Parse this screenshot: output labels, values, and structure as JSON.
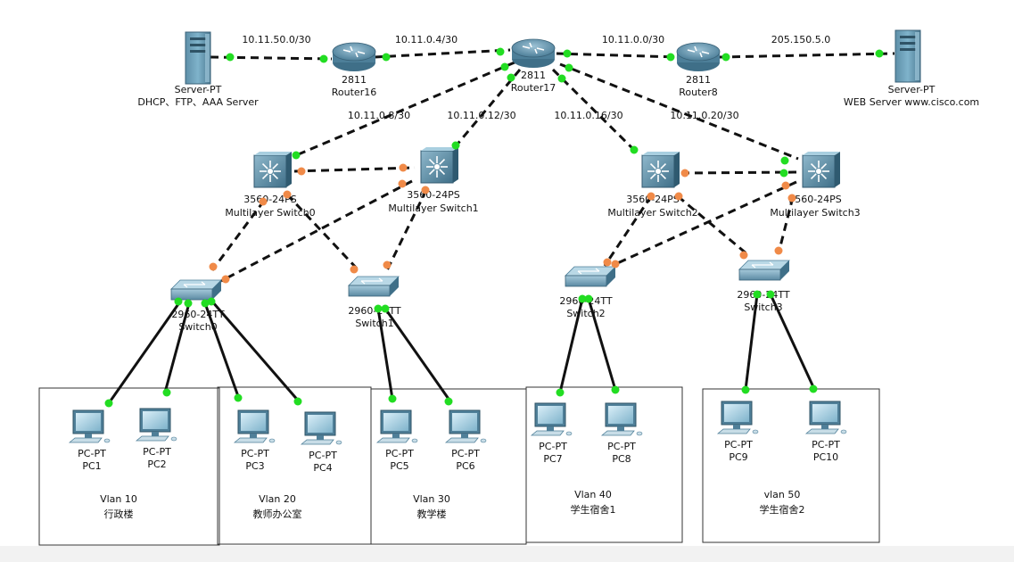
{
  "nodes": [
    {
      "id": "server1",
      "type": "server",
      "line1": "Server-PT",
      "line2": "DHCP、FTP、AAA Server"
    },
    {
      "id": "router16",
      "type": "router",
      "line1": "2811",
      "line2": "Router16"
    },
    {
      "id": "router17",
      "type": "router",
      "line1": "2811",
      "line2": "Router17"
    },
    {
      "id": "router8",
      "type": "router",
      "line1": "2811",
      "line2": "Router8"
    },
    {
      "id": "server2",
      "type": "server",
      "line1": "Server-PT",
      "line2": "WEB Server www.cisco.com"
    },
    {
      "id": "ms0",
      "type": "mlswitch",
      "line1": "3560-24PS",
      "line2": "Multilayer Switch0"
    },
    {
      "id": "ms1",
      "type": "mlswitch",
      "line1": "3560-24PS",
      "line2": "Multilayer Switch1"
    },
    {
      "id": "ms2",
      "type": "mlswitch",
      "line1": "3560-24PS",
      "line2": "Multilayer Switch2"
    },
    {
      "id": "ms3",
      "type": "mlswitch",
      "line1": "3560-24PS",
      "line2": "Multilayer Switch3"
    },
    {
      "id": "sw0",
      "type": "switch",
      "line1": "2960-24TT",
      "line2": "Switch0"
    },
    {
      "id": "sw1",
      "type": "switch",
      "line1": "2960-24TT",
      "line2": "Switch1"
    },
    {
      "id": "sw2",
      "type": "switch",
      "line1": "2960-24TT",
      "line2": "Switch2"
    },
    {
      "id": "sw3",
      "type": "switch",
      "line1": "2960-24TT",
      "line2": "Switch3"
    },
    {
      "id": "pc1",
      "type": "pc",
      "line1": "PC-PT",
      "line2": "PC1"
    },
    {
      "id": "pc2",
      "type": "pc",
      "line1": "PC-PT",
      "line2": "PC2"
    },
    {
      "id": "pc3",
      "type": "pc",
      "line1": "PC-PT",
      "line2": "PC3"
    },
    {
      "id": "pc4",
      "type": "pc",
      "line1": "PC-PT",
      "line2": "PC4"
    },
    {
      "id": "pc5",
      "type": "pc",
      "line1": "PC-PT",
      "line2": "PC5"
    },
    {
      "id": "pc6",
      "type": "pc",
      "line1": "PC-PT",
      "line2": "PC6"
    },
    {
      "id": "pc7",
      "type": "pc",
      "line1": "PC-PT",
      "line2": "PC7"
    },
    {
      "id": "pc8",
      "type": "pc",
      "line1": "PC-PT",
      "line2": "PC8"
    },
    {
      "id": "pc9",
      "type": "pc",
      "line1": "PC-PT",
      "line2": "PC9"
    },
    {
      "id": "pc10",
      "type": "pc",
      "line1": "PC-PT",
      "line2": "PC10"
    }
  ],
  "links": [
    {
      "from": "server1",
      "to": "router16",
      "label": "10.11.50.0/30"
    },
    {
      "from": "router16",
      "to": "router17",
      "label": "10.11.0.4/30"
    },
    {
      "from": "router17",
      "to": "router8",
      "label": "10.11.0.0/30"
    },
    {
      "from": "router8",
      "to": "server2",
      "label": "205.150.5.0"
    },
    {
      "from": "router17",
      "to": "ms0",
      "label": "10.11.0.8/30"
    },
    {
      "from": "router17",
      "to": "ms1",
      "label": "10.11.0.12/30"
    },
    {
      "from": "router17",
      "to": "ms2",
      "label": "10.11.0.16/30"
    },
    {
      "from": "router17",
      "to": "ms3",
      "label": "10.11.0.20/30"
    },
    {
      "from": "ms0",
      "to": "ms1",
      "label": ""
    },
    {
      "from": "ms2",
      "to": "ms3",
      "label": ""
    },
    {
      "from": "ms0",
      "to": "sw0",
      "label": ""
    },
    {
      "from": "ms0",
      "to": "sw1",
      "label": ""
    },
    {
      "from": "ms1",
      "to": "sw0",
      "label": ""
    },
    {
      "from": "ms1",
      "to": "sw1",
      "label": ""
    },
    {
      "from": "ms2",
      "to": "sw2",
      "label": ""
    },
    {
      "from": "ms2",
      "to": "sw3",
      "label": ""
    },
    {
      "from": "ms3",
      "to": "sw2",
      "label": ""
    },
    {
      "from": "ms3",
      "to": "sw3",
      "label": ""
    },
    {
      "from": "sw0",
      "to": "pc1",
      "label": ""
    },
    {
      "from": "sw0",
      "to": "pc2",
      "label": ""
    },
    {
      "from": "sw0",
      "to": "pc3",
      "label": ""
    },
    {
      "from": "sw0",
      "to": "pc4",
      "label": ""
    },
    {
      "from": "sw1",
      "to": "pc5",
      "label": ""
    },
    {
      "from": "sw1",
      "to": "pc6",
      "label": ""
    },
    {
      "from": "sw2",
      "to": "pc7",
      "label": ""
    },
    {
      "from": "sw2",
      "to": "pc8",
      "label": ""
    },
    {
      "from": "sw3",
      "to": "pc9",
      "label": ""
    },
    {
      "from": "sw3",
      "to": "pc10",
      "label": ""
    }
  ],
  "vlans": [
    {
      "id": "v10",
      "line1": "Vlan 10",
      "line2": "行政楼"
    },
    {
      "id": "v20",
      "line1": "Vlan 20",
      "line2": "教师办公室"
    },
    {
      "id": "v30",
      "line1": "Vlan 30",
      "line2": "教学楼"
    },
    {
      "id": "v40",
      "line1": "Vlan 40",
      "line2": "学生宿舍1"
    },
    {
      "id": "v50",
      "line1": "vlan 50",
      "line2": "学生宿舍2"
    }
  ],
  "colors": {
    "link_up": "#22dd22",
    "link_blocked": "#f08a48",
    "cable": "#111111"
  }
}
